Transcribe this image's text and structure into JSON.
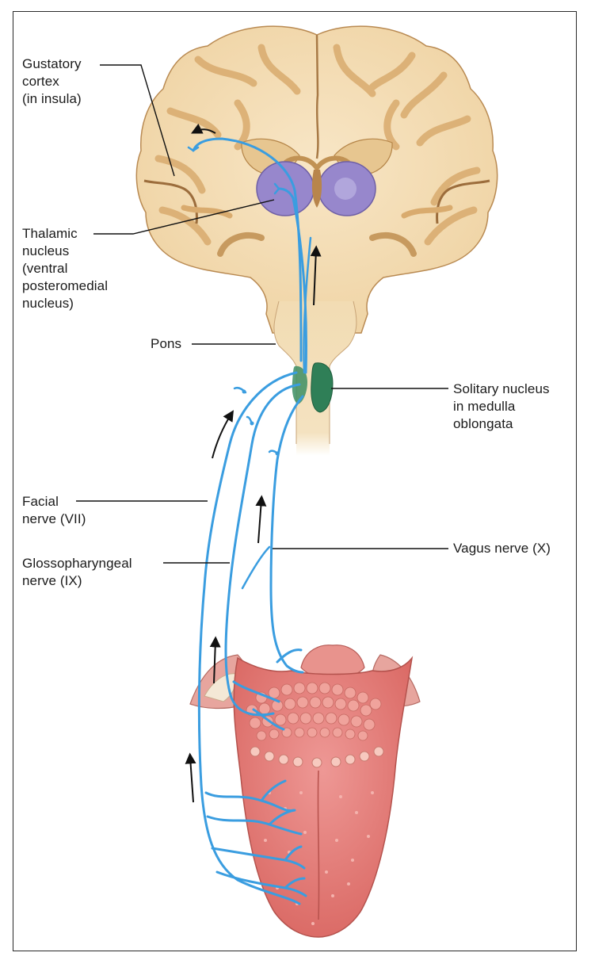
{
  "labels": {
    "gustatory_cortex": "Gustatory\ncortex\n(in insula)",
    "thalamic_nucleus": "Thalamic\nnucleus\n(ventral\nposteromedial\nnucleus)",
    "pons": "Pons",
    "solitary_nucleus": "Solitary nucleus\nin medulla\noblongata",
    "facial_nerve": "Facial\nnerve (VII)",
    "glossopharyngeal_nerve": "Glossopharyngeal\nnerve (IX)",
    "vagus_nerve": "Vagus nerve (X)"
  },
  "colors": {
    "nerve": "#3a9de0",
    "brain_tissue": "#f3dcb2",
    "gray_matter": "#e0b77f",
    "thalamus": "#8d7dc4",
    "solitary_nucleus": "#2f7f57",
    "tongue": "#e27b78",
    "label_line": "#111111"
  }
}
